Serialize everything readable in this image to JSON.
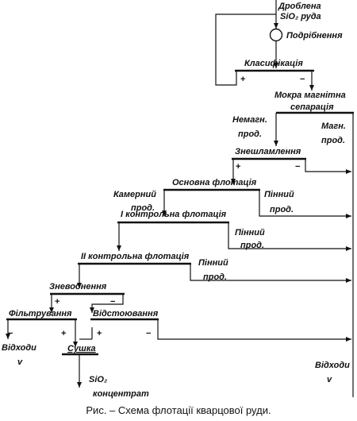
{
  "nodes": {
    "input": {
      "line1": "Дроблена",
      "line2": "SiO₂ руда"
    },
    "grinding": "Подрібнення",
    "classification": "Класифікація",
    "magnetic": {
      "line1": "Мокра магнітна",
      "line2": "сепарація"
    },
    "nonmag": {
      "line1": "Немагн.",
      "line2": "прод."
    },
    "mag": {
      "line1": "Магн.",
      "line2": "прод."
    },
    "desliming": "Знешламлення",
    "main_flot": "Основна флотація",
    "chamber": {
      "line1": "Камерний",
      "line2": "прод."
    },
    "foam": {
      "line1": "Пінний",
      "line2": "прод."
    },
    "control1": "І контрольна флотація",
    "control2": "ІІ контрольна флотація",
    "dewatering": "Зневоднення",
    "filtration": "Фільтрування",
    "settling": "Відстоювання",
    "drying": "Сушка",
    "waste_left": {
      "line1": "Відходи",
      "line2": "v"
    },
    "waste_right": {
      "line1": "Відходи",
      "line2": "v"
    },
    "concentrate": {
      "line1": "SiO₂",
      "line2": "концентрат"
    }
  },
  "symbols": {
    "plus": "+",
    "minus": "−"
  },
  "caption": "Рис.  – Схема флотації кварцової руди."
}
